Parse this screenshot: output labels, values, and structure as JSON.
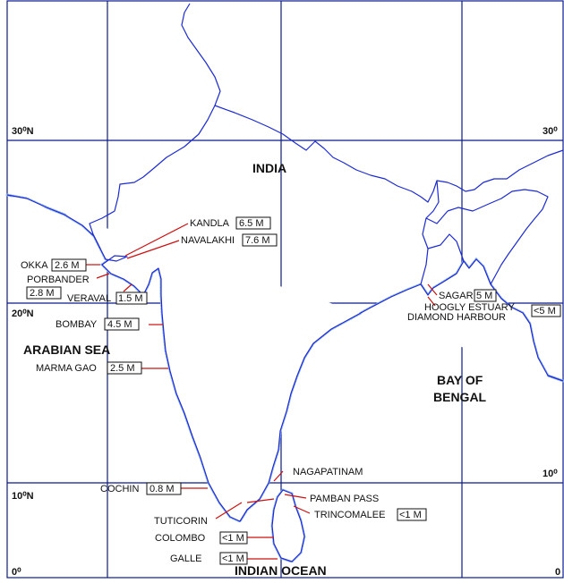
{
  "colors": {
    "grid": "#0a1a8c",
    "coastline": "#1d2bd1",
    "coastal_shading": "#8fb4ee",
    "pointer": "#cc1111",
    "text": "#111111"
  },
  "latitudes": [
    {
      "id": "30",
      "label": "30⁰N",
      "right_label": "30⁰"
    },
    {
      "id": "20",
      "label": "20⁰N"
    },
    {
      "id": "10",
      "label": "10⁰N",
      "right_label": "10⁰"
    },
    {
      "id": "0",
      "label": "0⁰",
      "right_label": "0"
    }
  ],
  "regions": {
    "india": "INDIA",
    "arabian_sea": "ARABIAN SEA",
    "bay_of_bengal_line1": "BAY OF",
    "bay_of_bengal_line2": "BENGAL",
    "indian_ocean": "INDIAN  OCEAN"
  },
  "ports": [
    {
      "id": "kandla",
      "name": "KANDLA",
      "value": "6.5 M"
    },
    {
      "id": "navalakhi",
      "name": "NAVALAKHI",
      "value": "7.6 M"
    },
    {
      "id": "okka",
      "name": "OKKA",
      "value": "2.6 M"
    },
    {
      "id": "porbander",
      "name": "PORBANDER",
      "value": "2.8 M"
    },
    {
      "id": "veraval",
      "name": "VERAVAL",
      "value": "1.5 M"
    },
    {
      "id": "bombay",
      "name": "BOMBAY",
      "value": "4.5 M"
    },
    {
      "id": "marmagao",
      "name": "MARMA GAO",
      "value": "2.5 M"
    },
    {
      "id": "cochin",
      "name": "COCHIN",
      "value": "0.8 M"
    },
    {
      "id": "tuticorin",
      "name": "TUTICORIN",
      "value": ""
    },
    {
      "id": "colombo",
      "name": "COLOMBO",
      "value": "<1 M"
    },
    {
      "id": "galle",
      "name": "GALLE",
      "value": "<1 M"
    },
    {
      "id": "nagapatinam",
      "name": "NAGAPATINAM",
      "value": ""
    },
    {
      "id": "pamban",
      "name": "PAMBAN PASS",
      "value": ""
    },
    {
      "id": "trincomalee",
      "name": "TRINCOMALEE",
      "value": "<1 M"
    },
    {
      "id": "sagar",
      "name": "SAGAR",
      "value": "5 M"
    },
    {
      "id": "hoogly",
      "name": "HOOGLY ESTUARY",
      "value": ""
    },
    {
      "id": "diamond",
      "name": "DIAMOND HARBOUR",
      "value": "<5 M"
    }
  ]
}
